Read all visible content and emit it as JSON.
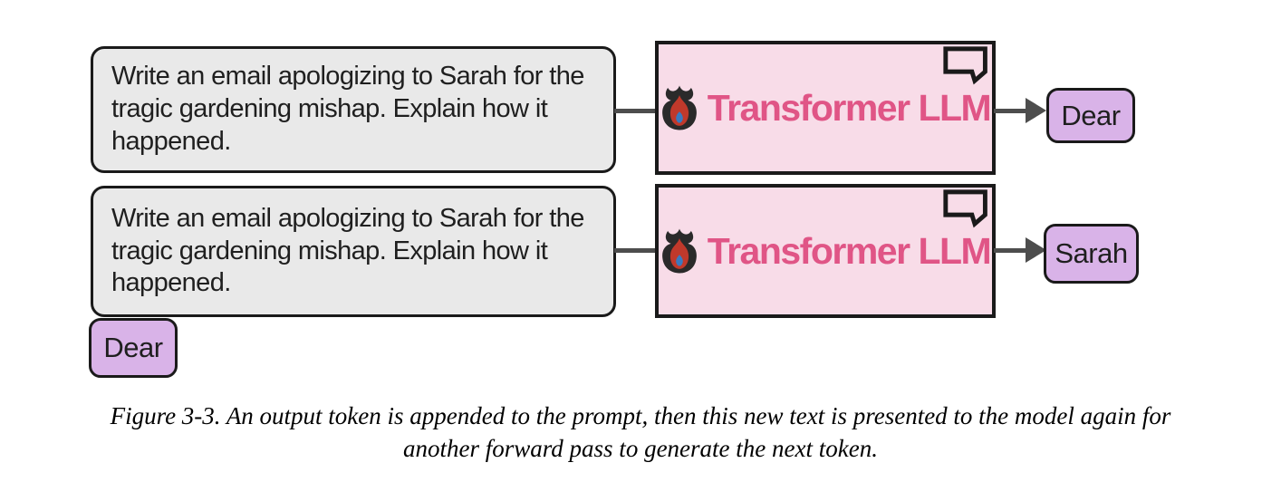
{
  "figure": {
    "caption": "Figure 3-3. An output token is appended to the prompt, then this new text is presented to the model again for another forward pass to generate the next token."
  },
  "diagram": {
    "rows": [
      {
        "prompt": "Write an email apologizing to Sarah for the tragic gardening mishap. Explain how it happened.",
        "model_label": "Transformer LLM",
        "output_token": "Dear"
      },
      {
        "prompt": "Write an email apologizing to Sarah for the tragic gardening mishap. Explain how it happened.",
        "model_label": "Transformer LLM",
        "output_token": "Sarah",
        "appended_token": "Dear"
      }
    ],
    "icons": {
      "flame": "flame-icon",
      "speech_bubble": "speech-bubble-icon",
      "arrow": "arrow-right-icon"
    },
    "colors": {
      "prompt_fill": "#e9e9e9",
      "llm_fill": "#f8dce8",
      "llm_text": "#e05586",
      "token_fill": "#d9b3e8",
      "border": "#1a1a1a",
      "arrow": "#4d4d4d"
    }
  }
}
